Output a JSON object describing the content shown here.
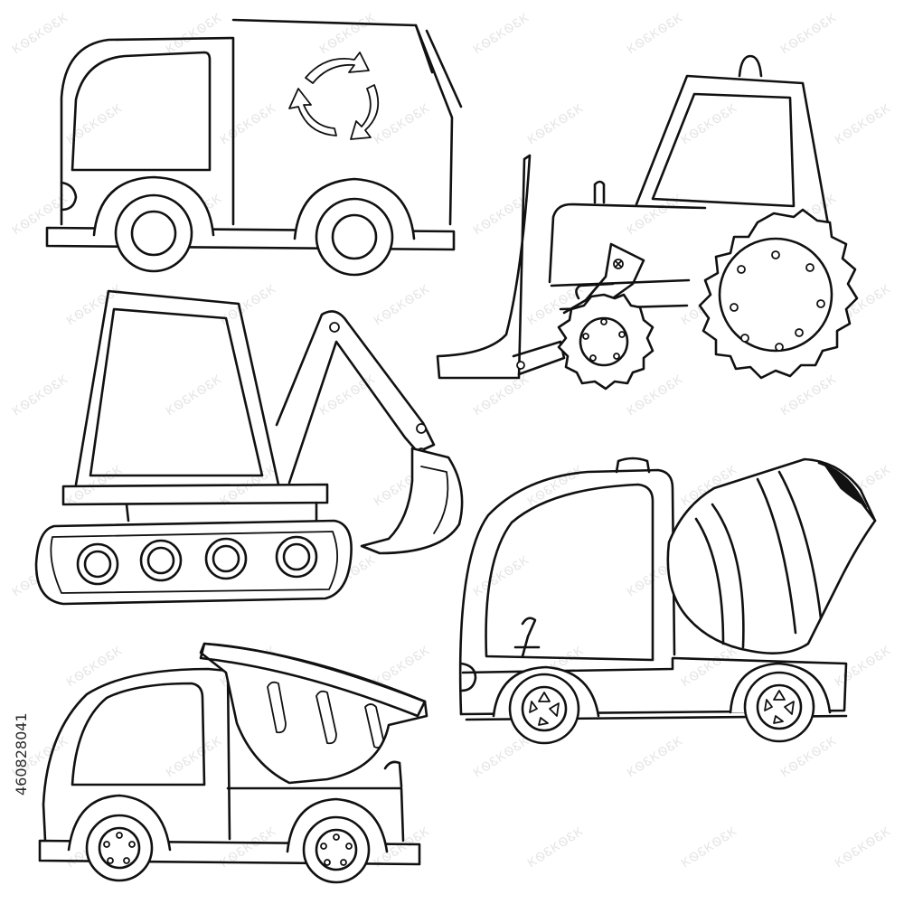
{
  "image": {
    "kind": "coloring-page line art of construction vehicles",
    "stock_id": "460828041",
    "watermark_text": "ᏦᏫᏋᏦᏫᏋᏦ",
    "colors": {
      "line": "#111111",
      "background": "#ffffff",
      "watermark": "#e4e4e4"
    }
  },
  "vehicles": [
    {
      "name": "garbage-truck",
      "icon": "recycle-icon"
    },
    {
      "name": "bulldozer-tractor"
    },
    {
      "name": "excavator"
    },
    {
      "name": "cement-mixer-truck"
    },
    {
      "name": "dump-truck"
    }
  ]
}
